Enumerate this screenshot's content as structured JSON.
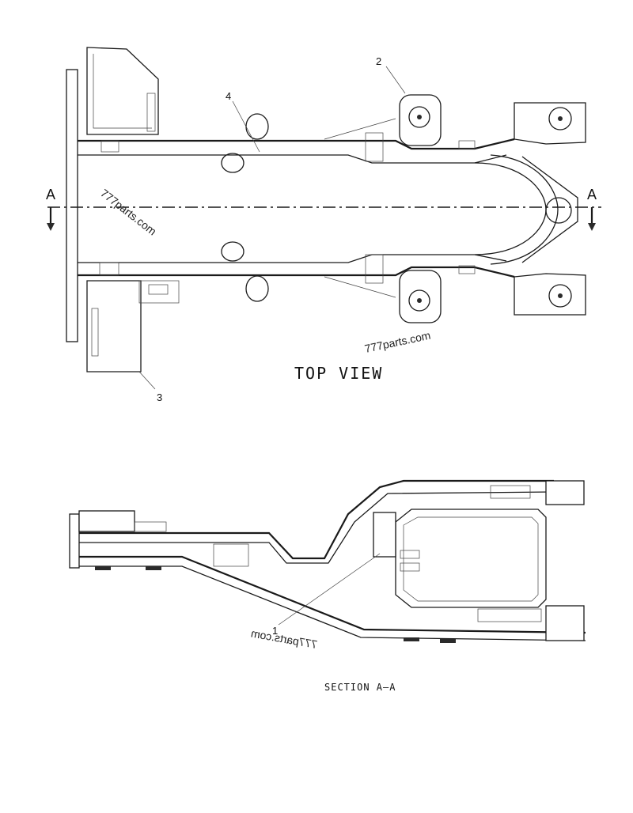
{
  "views": {
    "top_view_title": "TOP VIEW",
    "section_title": "SECTION A—A"
  },
  "section_markers": {
    "left": "A",
    "right": "A"
  },
  "callouts": [
    "1",
    "2",
    "3",
    "4"
  ],
  "watermarks": [
    "777parts.com",
    "777parts.com",
    "777parts.com"
  ]
}
